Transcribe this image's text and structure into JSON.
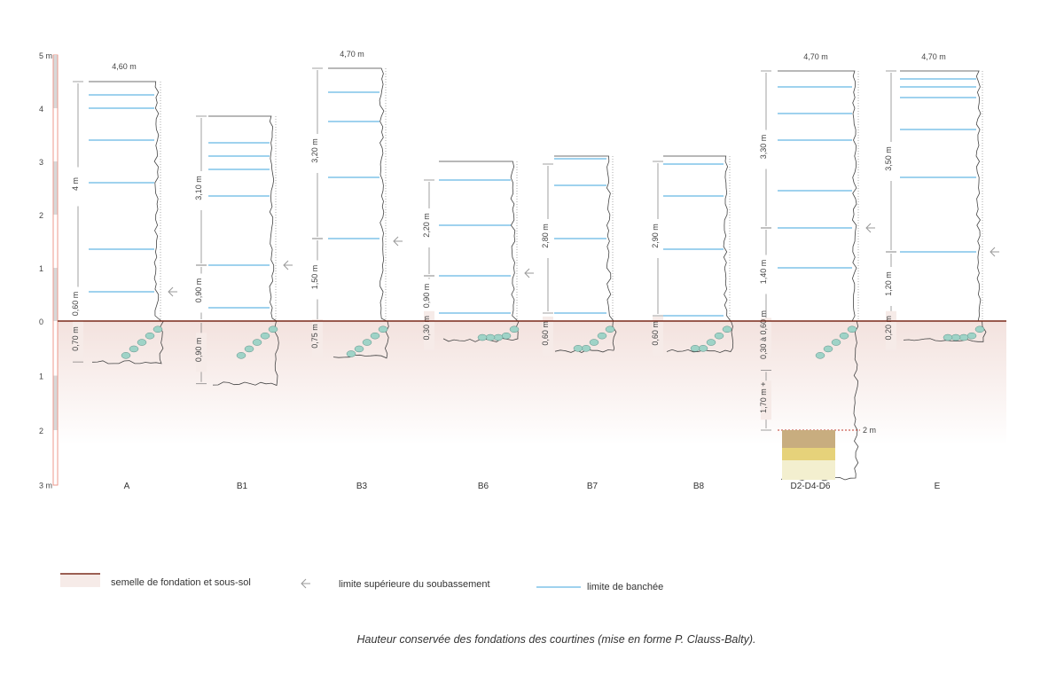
{
  "axis": {
    "ticks_above": [
      "5 m",
      "4",
      "3",
      "2",
      "1",
      "0"
    ],
    "ticks_below": [
      "1",
      "2",
      "3 m"
    ]
  },
  "columns": [
    {
      "name": "A",
      "top": 4.5,
      "depth": 0.75,
      "top_label": "4,60 m",
      "bancheе_levels": [],
      "banchee": [
        4.25,
        4.0,
        3.4,
        2.6,
        1.35,
        0.55
      ],
      "arrow": 0.55,
      "dims": [
        {
          "label": "4 m",
          "from": 4.5,
          "to": 0.55
        },
        {
          "label": "0,60 m",
          "from": 0.55,
          "to": 0
        },
        {
          "label": "0,70 m",
          "from": 0,
          "to": 0.75,
          "below": true
        }
      ]
    },
    {
      "name": "B1",
      "top": 3.85,
      "depth": 1.15,
      "top_label": "",
      "banchee": [
        3.35,
        3.1,
        2.85,
        2.35,
        1.05,
        0.25
      ],
      "arrow": 1.05,
      "dims": [
        {
          "label": "3,10 m",
          "from": 3.85,
          "to": 1.05
        },
        {
          "label": "0,90 m",
          "from": 1.05,
          "to": 0
        },
        {
          "label": "0,90 m",
          "from": 0,
          "to": 1.15,
          "below": true
        }
      ]
    },
    {
      "name": "B3",
      "top": 4.75,
      "depth": 0.65,
      "top_label": "4,70 m",
      "banchee": [
        4.3,
        3.75,
        2.7,
        1.55
      ],
      "arrow": 1.5,
      "dims": [
        {
          "label": "3,20 m",
          "from": 4.75,
          "to": 1.55
        },
        {
          "label": "1,50 m",
          "from": 1.55,
          "to": 0
        },
        {
          "label": "0,75 m",
          "from": 0,
          "to": 0.65,
          "below": true
        }
      ]
    },
    {
      "name": "B6",
      "top": 3.0,
      "depth": 0.35,
      "top_label": "",
      "banchee": [
        2.65,
        1.8,
        0.85,
        0.15
      ],
      "arrow": 0.9,
      "dims": [
        {
          "label": "2,20 m",
          "from": 2.65,
          "to": 0.85
        },
        {
          "label": "0,90 m",
          "from": 0.85,
          "to": 0
        },
        {
          "label": "0,30 m",
          "from": 0,
          "to": 0.35,
          "below": true
        }
      ]
    },
    {
      "name": "B7",
      "top": 3.1,
      "depth": 0.55,
      "top_label": "",
      "banchee": [
        3.05,
        2.55,
        1.55,
        0.15
      ],
      "arrow": null,
      "dims": [
        {
          "label": "2,80 m",
          "from": 2.95,
          "to": 0.15
        },
        {
          "label": "0,60 m",
          "from": 0,
          "to": 0.55,
          "below": true
        }
      ]
    },
    {
      "name": "B8",
      "top": 3.1,
      "depth": 0.55,
      "top_label": "",
      "banchee": [
        2.95,
        2.35,
        1.35,
        0.1
      ],
      "arrow": null,
      "dims": [
        {
          "label": "2,90 m",
          "from": 3.0,
          "to": 0.1
        },
        {
          "label": "0,60 m",
          "from": 0,
          "to": 0.55,
          "below": true
        }
      ]
    },
    {
      "name": "D2-D4-D6",
      "top": 4.7,
      "depth": 2.9,
      "top_label": "4,70 m",
      "banchee": [
        4.4,
        3.9,
        3.4,
        2.45,
        1.75,
        1.0
      ],
      "arrow": 1.75,
      "dims": [
        {
          "label": "3,30 m",
          "from": 4.7,
          "to": 1.75
        },
        {
          "label": "1,40 m",
          "from": 1.75,
          "to": 0
        },
        {
          "label": "0,30 à 0,60 m",
          "from": 0,
          "to": 0.6,
          "below": true
        },
        {
          "label": "1,70 m  +",
          "from": 0.9,
          "to": 2.0,
          "below": true
        }
      ],
      "extra_label": "2 m"
    },
    {
      "name": "E",
      "top": 4.7,
      "depth": 0.35,
      "top_label": "4,70 m",
      "banchee": [
        4.55,
        4.4,
        4.2,
        3.6,
        2.7,
        1.3
      ],
      "arrow": 1.3,
      "dims": [
        {
          "label": "3,50 m",
          "from": 4.7,
          "to": 1.3
        },
        {
          "label": "1,20 m",
          "from": 1.3,
          "to": 0
        },
        {
          "label": "0,20 m",
          "from": 0,
          "to": 0.35,
          "below": true
        }
      ]
    }
  ],
  "legend": {
    "foundation": "semelle de fondation et sous-sol",
    "upper_limit": "limite supérieure du soubassement",
    "banchee": "limite de banchée"
  },
  "caption": "Hauteur conservée des fondations des courtines (mise en forme P. Clauss-Balty).",
  "colors": {
    "ground": "#7a2a1a",
    "banchee": "#9fd2ee",
    "axis": "#e88070",
    "soil": "#f4e6e3"
  }
}
